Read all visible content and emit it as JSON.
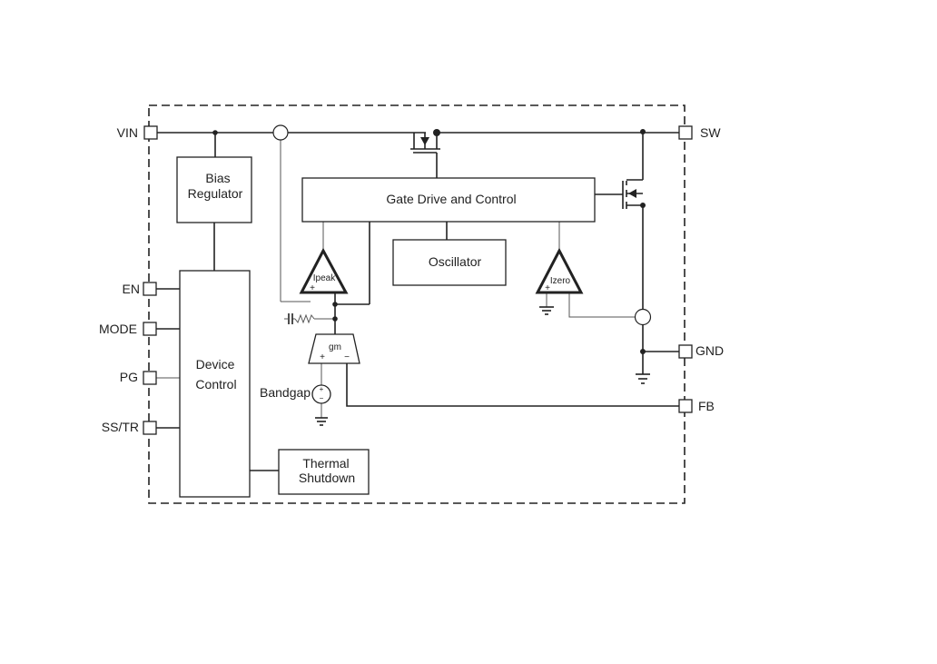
{
  "pins": {
    "vin": "VIN",
    "en": "EN",
    "mode": "MODE",
    "pg": "PG",
    "sstr": "SS/TR",
    "sw": "SW",
    "gnd": "GND",
    "fb": "FB"
  },
  "blocks": {
    "bias_line1": "Bias",
    "bias_line2": "Regulator",
    "gate_drive": "Gate Drive and Control",
    "oscillator": "Oscillator",
    "device_line1": "Device",
    "device_line2": "Control",
    "thermal_line1": "Thermal",
    "thermal_line2": "Shutdown"
  },
  "amplifiers": {
    "ipeak": "Ipeak",
    "izero": "Izero",
    "gm": "gm",
    "plus": "+",
    "minus": "−"
  },
  "sources": {
    "bandgap": "Bandgap"
  }
}
